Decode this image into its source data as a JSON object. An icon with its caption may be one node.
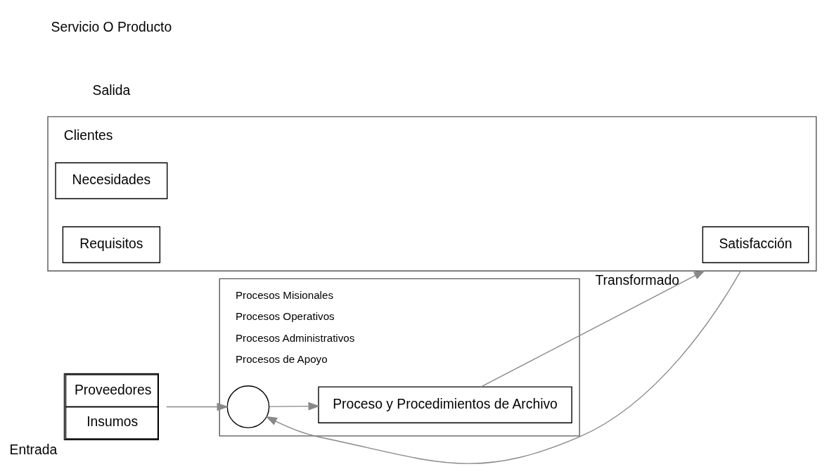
{
  "diagram": {
    "nodes": [
      {
        "text": [
          "Clientes"
        ]
      },
      {
        "text": [
          "Necesidades"
        ],
        "in": 0
      },
      {
        "text": [
          "Requisitos"
        ],
        "in": 0
      },
      {
        "text": [
          "Satisfacción"
        ],
        "in": 0
      },
      {
        "text": [
          "Proveedores",
          "Insumos"
        ],
        "beside": [
          "Entrada"
        ]
      },
      {
        "text": [
          "Procesos Misionales",
          "Procesos Operativos",
          "Procesos Administrativos",
          "Procesos de Apoyo"
        ]
      },
      {
        "text": [],
        "shape": "circle",
        "in": 5
      },
      {
        "text": [
          "Proceso y Procedimientos de Archivo"
        ],
        "in": 5
      }
    ],
    "edges": [
      {
        "from": 4,
        "to": 6,
        "arrow": "to"
      },
      {
        "from": 0,
        "to": 6,
        "arrow": "to"
      },
      {
        "from": 6,
        "to": 7,
        "arrow": "to"
      },
      {
        "from": 7,
        "to": 0,
        "arrow": "to",
        "label": "Transformado"
      }
    ],
    "labels": [
      "Salida",
      "Servicio O Producto"
    ]
  }
}
